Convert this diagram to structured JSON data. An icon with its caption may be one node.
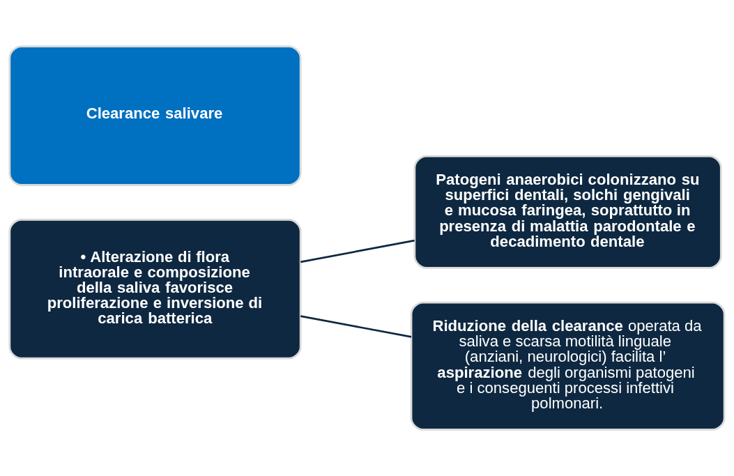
{
  "diagram": {
    "nodes": [
      {
        "text": [
          "Clearance salivare"
        ]
      },
      {
        "text": [
          "• Alterazione di flora intraorale e composizione della saliva favorisce proliferazione e inversione di carica batterica"
        ]
      },
      {
        "text": [
          "Patogeni anaerobici colonizzano su superfici dentali, solchi gengivali e mucosa faringea, soprattutto in presenza di malattia parodontale e decadimento dentale"
        ]
      },
      {
        "text": [
          "**Riduzione della clearance** operata da saliva e scarsa motilità linguale (anziani, neurologici) facilita l’**aspirazione** degli organismi patogeni e i conseguenti processi infettivi polmonari."
        ]
      }
    ],
    "edges": [
      {
        "from": 1,
        "to": 2,
        "arrow": "none"
      },
      {
        "from": 1,
        "to": 3,
        "arrow": "none"
      }
    ]
  }
}
